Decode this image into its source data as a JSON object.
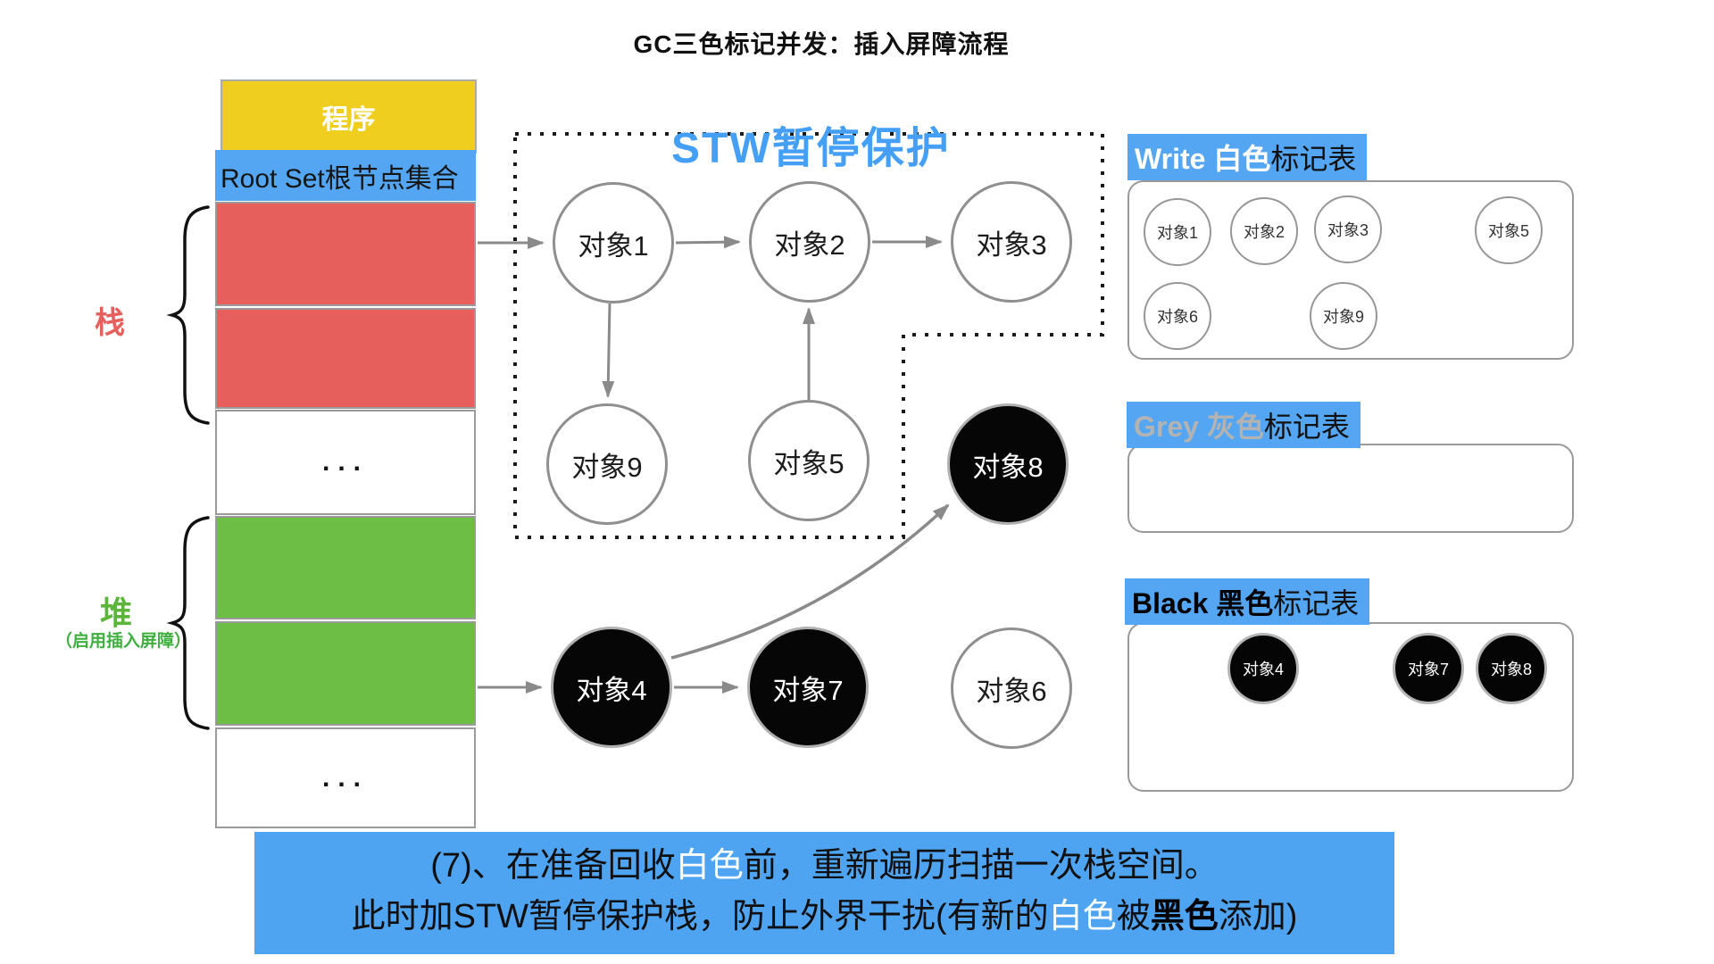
{
  "page_title": "GC三色标记并发：插入屏障流程",
  "memory_column": {
    "program_label": "程序",
    "root_set_label": "Root Set根节点集合",
    "stack_label": "栈",
    "heap_label": "堆",
    "heap_note": "（启用插入屏障）",
    "ellipsis": "..."
  },
  "stw_zone": {
    "label": "STW暂停保护"
  },
  "graph": {
    "nodes": [
      {
        "label": "对象1",
        "color": "white"
      },
      {
        "label": "对象2",
        "color": "white"
      },
      {
        "label": "对象3",
        "color": "white"
      },
      {
        "label": "对象9",
        "color": "white"
      },
      {
        "label": "对象5",
        "color": "white"
      },
      {
        "label": "对象8",
        "color": "black"
      },
      {
        "label": "对象4",
        "color": "black"
      },
      {
        "label": "对象7",
        "color": "black"
      },
      {
        "label": "对象6",
        "color": "white"
      }
    ],
    "edges": [
      {
        "from": "RootSet栈",
        "to": "对象1"
      },
      {
        "from": "对象1",
        "to": "对象2"
      },
      {
        "from": "对象2",
        "to": "对象3"
      },
      {
        "from": "对象1",
        "to": "对象9"
      },
      {
        "from": "对象5",
        "to": "对象2"
      },
      {
        "from": "RootSet堆",
        "to": "对象4"
      },
      {
        "from": "对象4",
        "to": "对象7"
      },
      {
        "from": "对象4",
        "to": "对象8"
      }
    ]
  },
  "tables": {
    "white": {
      "title_strong": "Write 白色",
      "title_rest": "标记表",
      "items": [
        "对象1",
        "对象2",
        "对象3",
        "对象5",
        "对象6",
        "对象9"
      ]
    },
    "grey": {
      "title_strong": "Grey 灰色",
      "title_rest": "标记表",
      "items": []
    },
    "black": {
      "title_strong": "Black 黑色",
      "title_rest": "标记表",
      "items": [
        "对象4",
        "对象7",
        "对象8"
      ]
    }
  },
  "caption": {
    "line1_pre": "(7)、在准备回收",
    "line1_white": "白色",
    "line1_post": "前，重新遍历扫描一次栈空间。",
    "line2_pre": "此时加STW暂停保护栈，防止外界干扰(有新的",
    "line2_white": "白色",
    "line2_mid": "被",
    "line2_black": "黑色",
    "line2_post": "添加)"
  },
  "colors": {
    "banner_blue": "#4fa4f2",
    "label_blue": "#54a6f2",
    "stw_text_blue": "#45a0f5",
    "stack_red": "#e65f5c",
    "heap_green": "#6cbe45",
    "program_yellow": "#efce1f",
    "arrow_gray": "#8a8a8a"
  }
}
